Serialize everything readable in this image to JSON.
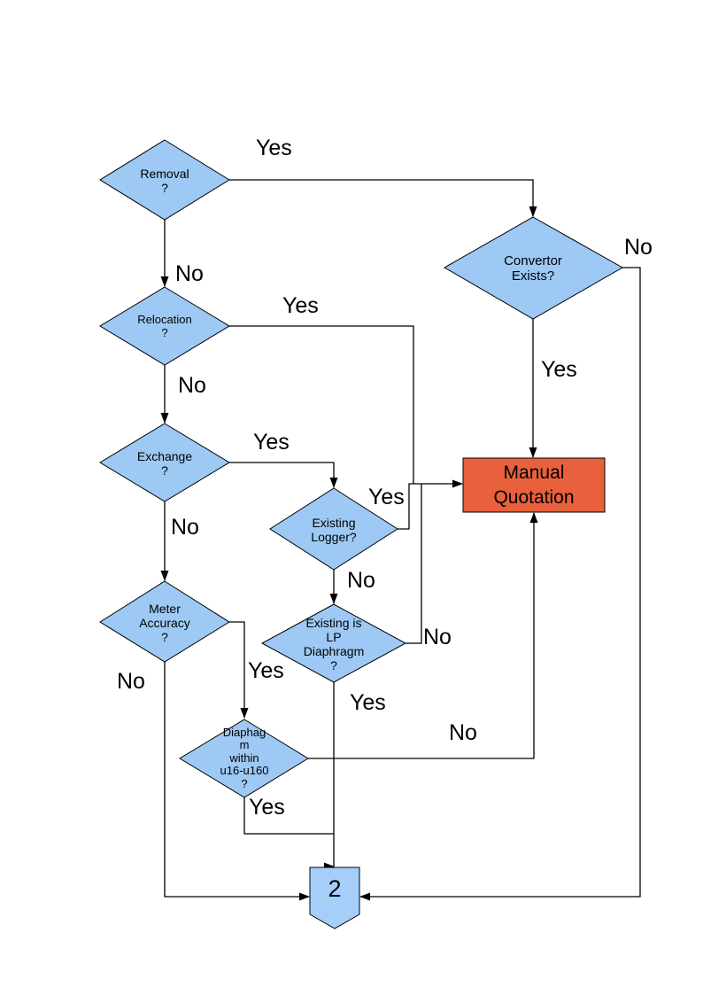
{
  "colors": {
    "decision_fill": "#9DC9F4",
    "connector_fill": "#A5CFF8",
    "process_fill": "#E8603C",
    "line": "#000000",
    "arrow_fill": "#000000"
  },
  "nodes": {
    "removal": {
      "label": "Removal\n?"
    },
    "convertor_exists": {
      "label": "Convertor\nExists?"
    },
    "relocation": {
      "label": "Relocation\n?"
    },
    "exchange": {
      "label": "Exchange\n?"
    },
    "existing_logger": {
      "label": "Existing\nLogger?"
    },
    "meter_accuracy": {
      "label": "Meter\nAccuracy\n?"
    },
    "existing_is_lp_diaphragm": {
      "label": "Existing is\nLP\nDiaphragm\n?"
    },
    "diaphragm_within_range": {
      "label": "Diaphag\nm\nwithin\nu16-u160\n?"
    },
    "manual_quotation": {
      "label": "Manual\nQuotation"
    },
    "offpage_connector": {
      "label": "2"
    }
  },
  "edge_labels": {
    "removal_yes": "Yes",
    "removal_no": "No",
    "convertor_no": "No",
    "convertor_yes": "Yes",
    "relocation_yes": "Yes",
    "relocation_no": "No",
    "exchange_yes": "Yes",
    "exchange_no": "No",
    "existing_logger_yes": "Yes",
    "existing_logger_no": "No",
    "existing_lp_no": "No",
    "existing_lp_yes": "Yes",
    "meter_yes": "Yes",
    "meter_no": "No",
    "diaphragm_no": "No",
    "diaphragm_yes": "Yes"
  }
}
